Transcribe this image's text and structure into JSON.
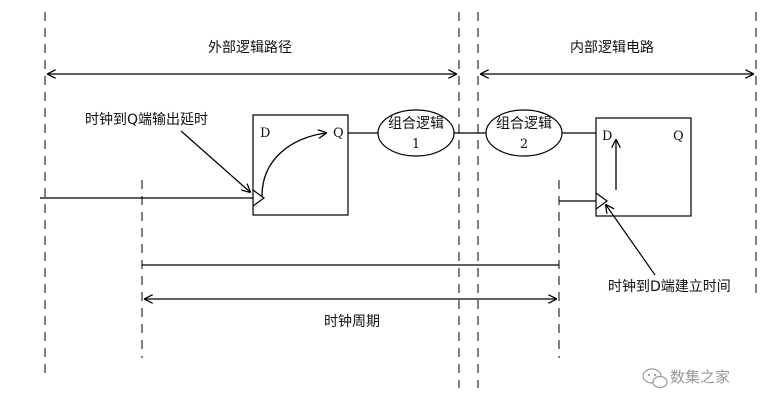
{
  "labels": {
    "external_path": "外部逻辑路径",
    "internal_circuit": "内部逻辑电路",
    "clk_to_q": "时钟到Q端输出延时",
    "clk_to_d_setup": "时钟到D端建立时间",
    "clock_period": "时钟周期"
  },
  "flipflop_left": {
    "d": "D",
    "q": "Q"
  },
  "flipflop_right": {
    "d": "D",
    "q": "Q"
  },
  "logic1": {
    "line1": "组合逻辑",
    "line2": "1"
  },
  "logic2": {
    "line1": "组合逻辑",
    "line2": "2"
  },
  "watermark": {
    "text": "数集之家",
    "icon": "wechat-icon"
  },
  "colors": {
    "line": "#000000",
    "dashed": "#000000",
    "watermark": "#9a9a9a"
  }
}
